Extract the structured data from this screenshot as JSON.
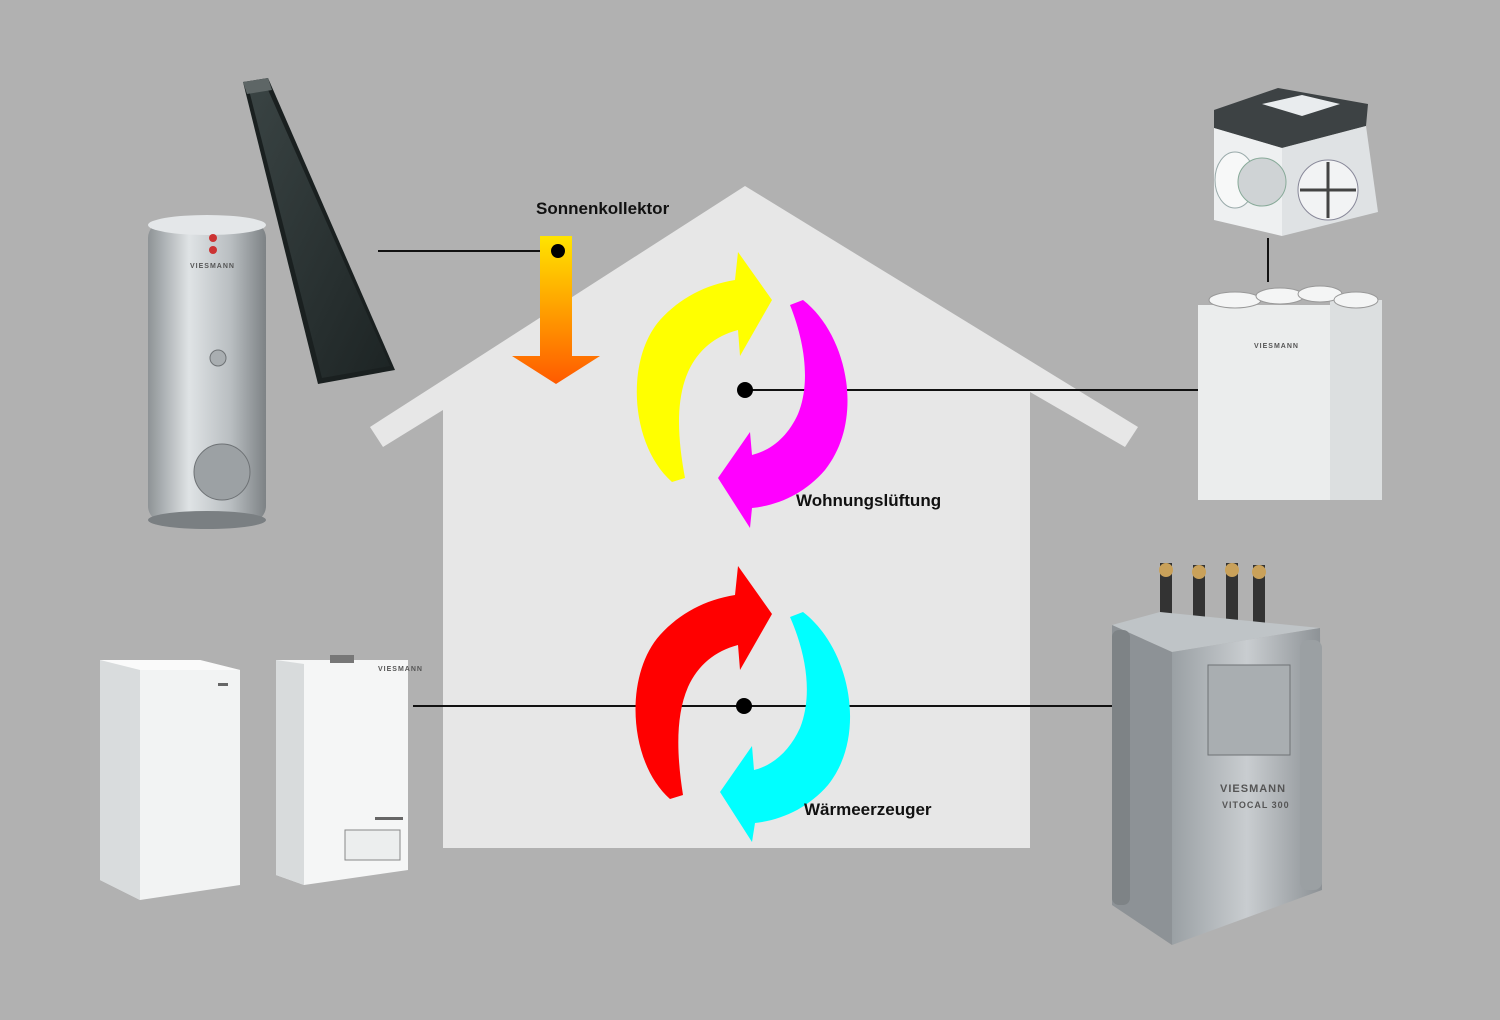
{
  "labels": {
    "solar": "Sonnenkollektor",
    "ventilation": "Wohnungslüftung",
    "heat": "Wärmeerzeuger"
  },
  "brand": {
    "name": "VIESMANN",
    "heatpump_model": "VITOCAL 300"
  },
  "colors": {
    "background": "#b1b1b1",
    "house": "#e7e7e7",
    "arrow_yellow": "#ffff00",
    "arrow_magenta": "#ff00ff",
    "arrow_red": "#ff0000",
    "arrow_cyan": "#00ffff",
    "solar_arrow_top": "#ffe000",
    "solar_arrow_bottom": "#ff6a00"
  }
}
